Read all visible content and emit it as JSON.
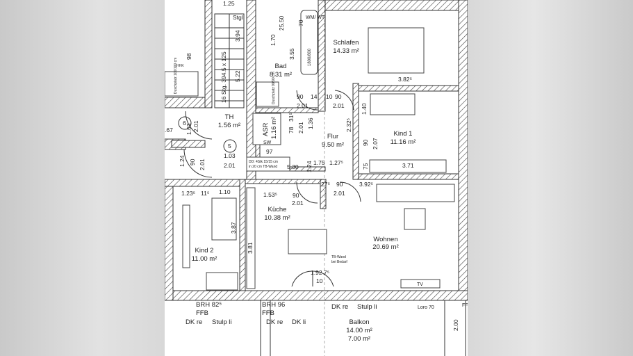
{
  "rooms": {
    "schlafen": {
      "name": "Schlafen",
      "area": "14.33 m²"
    },
    "bad": {
      "name": "Bad",
      "area": "8.31 m²"
    },
    "kind1": {
      "name": "Kind 1",
      "area": "11.16 m²"
    },
    "flur": {
      "name": "Flur",
      "area": "9.50 m²"
    },
    "th": {
      "name": "TH",
      "area": "1.56 m²"
    },
    "asr": {
      "name": "ASR",
      "area": "1.16 m²"
    },
    "kueche": {
      "name": "Küche",
      "area": "10.38 m²"
    },
    "wohnen": {
      "name": "Wohnen",
      "area": "20.69 m²"
    },
    "kind2": {
      "name": "Kind 2",
      "area": "11.00 m²"
    },
    "balkon": {
      "name": "Balkon",
      "area": "14.00 m²",
      "area2": "7.00 m²"
    }
  },
  "notes": {
    "stgl": "Stgl",
    "stairs": "16 Stg. 394.5 x 125",
    "wmwt": "WM/ WT",
    "tub": "1800/800",
    "shower1": "Duschplatz 100/100 cm",
    "shower2": "Duschplatz 90/90 cm",
    "hhk": "HHK",
    "sw": "SW",
    "dd_line1": "DD: 4Stk 15/15 cm",
    "dd_line2": "in 20 cm TB-Wand",
    "tb_line1": "TB-Wand",
    "tb_line2": "bei Bedarf",
    "tv": "TV",
    "loro": "Loro 70",
    "ff": "FF",
    "circle6": "6",
    "circle5": "5"
  },
  "windows": {
    "kind2_brh": "BRH 82⁵",
    "kind2_ffb": "FFB",
    "kind2_dk": "DK re",
    "kind2_stulp": "Stulp li",
    "kueche_brh": "BRH 96",
    "kueche_ffb": "FFB",
    "kueche_dk1": "DK re",
    "kueche_dk2": "DK li",
    "wohnen_dk": "DK re",
    "wohnen_stulp": "Stulp li"
  },
  "dimensions": {
    "d125": "1.25",
    "d170": "1.70",
    "d355": "3.55",
    "d70": "70",
    "d2550": "25.50",
    "d3825": "3.82⁵",
    "d90a": "90",
    "d14": "14",
    "d201a": "2.01",
    "d10": "10",
    "d90b": "90",
    "d201b": "2.01",
    "d2325": "2.32⁵",
    "d140": "1.40",
    "d207": "2.07",
    "d90c": "90",
    "d75": "75",
    "d371": "3.71",
    "d530": "5.30",
    "d1275": "1.27⁵",
    "d175": "1.75",
    "d97": "97",
    "d103a": "1.03",
    "d201c": "2.01",
    "d136": "1.36",
    "d78": "78",
    "d315": "31⁵",
    "d201d": "2.01",
    "d124a": "1.24",
    "d124b": "1.24",
    "d90d": "90",
    "d201e": "2.01",
    "d1235": "1.23⁵",
    "d110": "1.10",
    "d1535": "1.53⁵",
    "d90e": "90",
    "d201f": "2.01",
    "d90f": "90",
    "d201g": "2.01",
    "d3925": "3.92⁵",
    "d387": "3.87",
    "d381": "3.81",
    "d1927": "1.92 7⁵",
    "d10b": "10",
    "d103b": "1.03",
    "d201h": "2.01",
    "d67": ".67",
    "d98": "98",
    "d522": "5.22",
    "d394": "3.94",
    "d200": "2.00",
    "d275": "27⁵",
    "d115": "11⁵"
  }
}
